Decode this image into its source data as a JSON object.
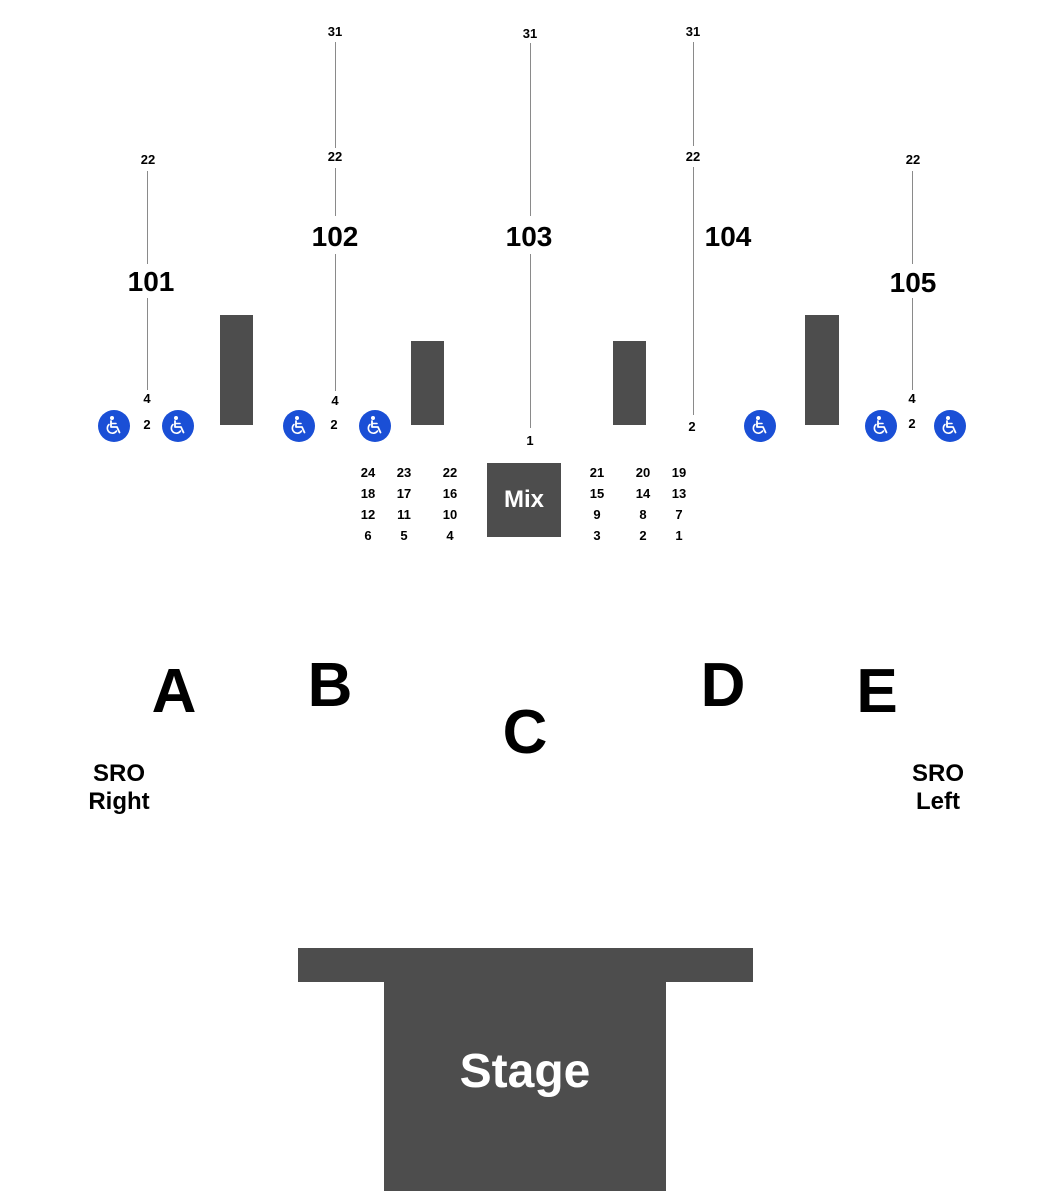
{
  "sections": {
    "s101": {
      "label": "101",
      "row_top": "22",
      "row_mid": "4",
      "row_bottom": "2"
    },
    "s102": {
      "label": "102",
      "row_top": "31",
      "row_upper": "22",
      "row_mid": "4",
      "row_bottom": "2"
    },
    "s103": {
      "label": "103",
      "row_top": "31",
      "row_bottom": "1"
    },
    "s104": {
      "label": "104",
      "row_top": "31",
      "row_upper": "22",
      "row_bottom": "2"
    },
    "s105": {
      "label": "105",
      "row_top": "22",
      "row_mid": "4",
      "row_bottom": "2"
    }
  },
  "mix": {
    "label": "Mix",
    "left_seats": [
      [
        "24",
        "23",
        "22"
      ],
      [
        "18",
        "17",
        "16"
      ],
      [
        "12",
        "11",
        "10"
      ],
      [
        "6",
        "5",
        "4"
      ]
    ],
    "right_seats": [
      [
        "21",
        "20",
        "19"
      ],
      [
        "15",
        "14",
        "13"
      ],
      [
        "9",
        "8",
        "7"
      ],
      [
        "3",
        "2",
        "1"
      ]
    ]
  },
  "floor": {
    "a": "A",
    "b": "B",
    "c": "C",
    "d": "D",
    "e": "E"
  },
  "sro": {
    "right": {
      "line1": "SRO",
      "line2": "Right"
    },
    "left": {
      "line1": "SRO",
      "line2": "Left"
    }
  },
  "stage": {
    "label": "Stage"
  },
  "icons": {
    "accessible": "wheelchair-icon",
    "accessible_color": "#1a4fd6",
    "structure_color": "#4d4d4d"
  }
}
